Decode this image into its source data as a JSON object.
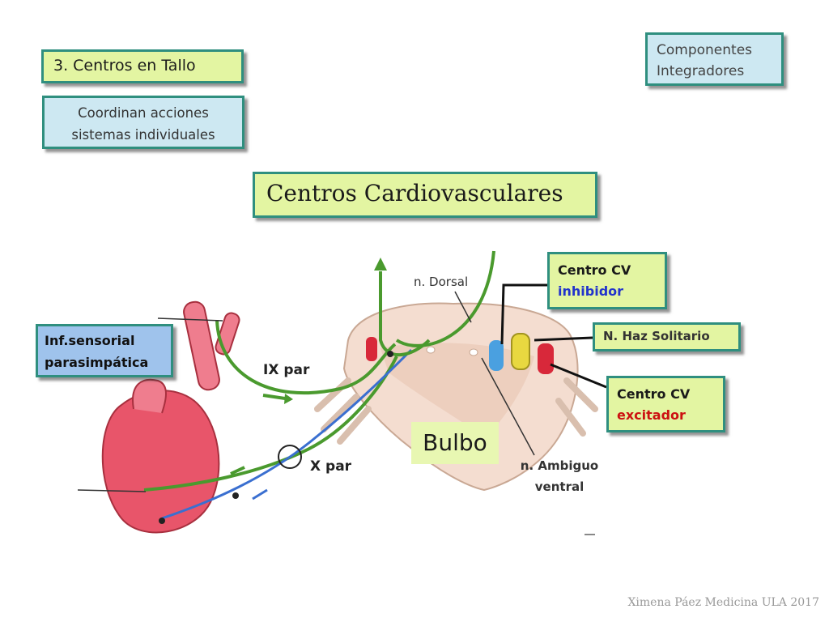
{
  "section": {
    "label": "3. Centros en Tallo"
  },
  "coordinate": {
    "line1": "Coordinan acciones",
    "line2": "sistemas individuales"
  },
  "components": {
    "line1": "Componentes",
    "line2": "Integradores"
  },
  "title": "Centros Cardiovasculares",
  "labels": {
    "inhibidor_line1": "Centro CV",
    "inhibidor_line2": "inhibidor",
    "haz_solitario": "N. Haz Solitario",
    "excitador_line1": "Centro CV",
    "excitador_line2": "excitador",
    "sensorial_line1": "Inf.sensorial",
    "sensorial_line2": "parasimpática",
    "ix_par": "IX par",
    "x_par": "X par",
    "n_dorsal": "n. Dorsal",
    "n_ambiguo_line1": "n. Ambiguo",
    "n_ambiguo_line2": "ventral",
    "bulbo": "Bulbo"
  },
  "colors": {
    "box_border": "#2f8f7f",
    "box_green": "#e3f5a2",
    "box_blue": "#cde8f2",
    "sensorial": "#9fc3ec",
    "nerve_green": "#4a9a2e",
    "nerve_blue": "#3a6fd0",
    "heart": "#e8556a"
  },
  "footer": "Ximena Páez Medicina ULA 2017"
}
